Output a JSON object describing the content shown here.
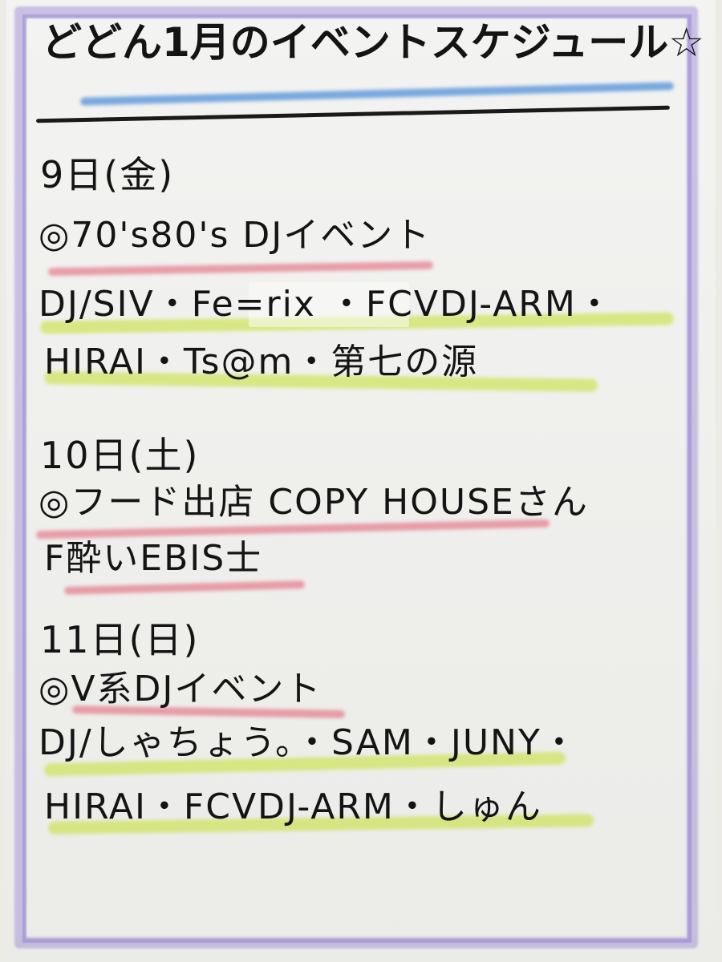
{
  "title": "どどん1月のイベントスケジュール☆",
  "days": [
    {
      "date": "9日(金)",
      "event": "◎70's80's DJイベント",
      "lines": [
        "DJ/SIV・Fe=rix ・FCVDJ-ARM・",
        "HIRAI・Ts@m・第七の源"
      ]
    },
    {
      "date": "10日(土)",
      "event": "◎フード出店 COPY HOUSEさん",
      "lines": [
        "F酔いEBIS士"
      ]
    },
    {
      "date": "11日(日)",
      "event": "◎V系DJイベント",
      "lines": [
        "DJ/しゃちょう。・SAM・JUNY・",
        "HIRAI・FCVDJ-ARM・しゅん"
      ]
    }
  ],
  "colors": {
    "border": "#9682d2",
    "highlight_red": "#e15a6e",
    "highlight_green": "#c8e13c",
    "underline_blue": "#5a96dc",
    "ink": "#141414"
  }
}
